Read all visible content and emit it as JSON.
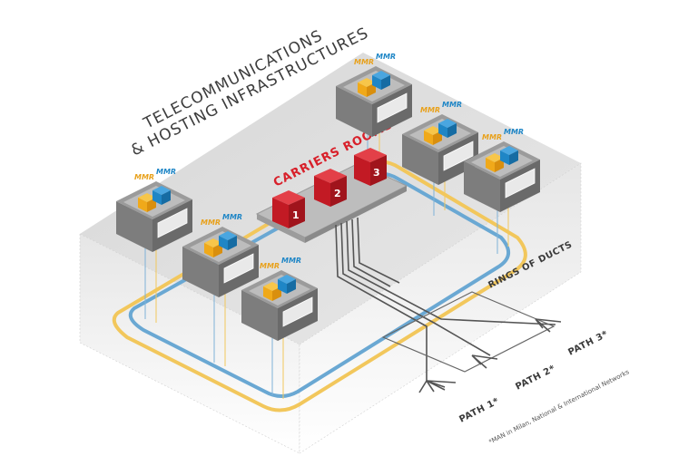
{
  "title_line1": "TELECOMMUNICATIONS",
  "title_line2": "& HOSTING INFRASTRUCTURES",
  "carriers_label": "CARRIERS ROOMS",
  "rooms": [
    "1",
    "2",
    "3"
  ],
  "mmr_label": "MMR",
  "rings_label": "RINGS OF DUCTS",
  "paths": [
    "PATH 1*",
    "PATH 2*",
    "PATH 3*"
  ],
  "footnote": "*MAN in Milan, National & International Networks",
  "colors": {
    "yellow_duct": "#f2c75c",
    "blue_duct": "#6aa8d3",
    "red_room": "#d8202a",
    "mmr_yellow": "#f0a91a",
    "mmr_blue": "#1f86c6"
  }
}
